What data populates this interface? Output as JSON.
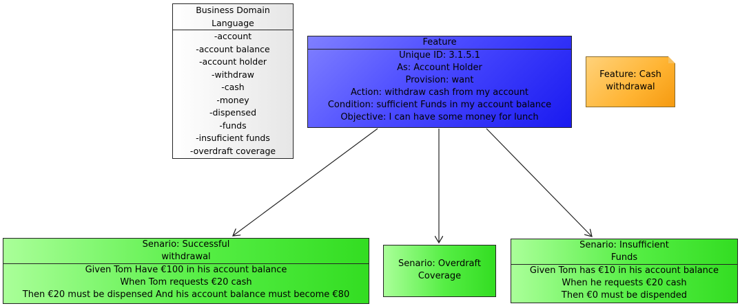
{
  "domain_language": {
    "title_lines": [
      "Business Domain",
      "Language"
    ],
    "terms": [
      "-account",
      "-account balance",
      "-account holder",
      "-withdraw",
      "-cash",
      "-money",
      "-dispensed",
      "-funds",
      "-insuficient funds",
      "-overdraft coverage"
    ]
  },
  "feature": {
    "title": "Feature",
    "lines": [
      "Unique ID: 3.1.5.1",
      "As: Account Holder",
      "Provision: want",
      "Action: withdraw cash from my account",
      "Condition: sufficient Funds in my account balance",
      "Objective: I can have some money for lunch"
    ]
  },
  "note": {
    "lines": [
      "Feature: Cash",
      "withdrawal"
    ]
  },
  "scenario_successful": {
    "title_lines": [
      "Senario: Successful",
      "withdrawal"
    ],
    "lines": [
      "Given Tom Have €100 in his account balance",
      "When Tom requests €20 cash",
      "Then €20 must be dispensed And his account balance must become €80"
    ]
  },
  "scenario_overdraft": {
    "lines": [
      "Senario: Overdraft",
      "Coverage"
    ]
  },
  "scenario_insufficient": {
    "title_lines": [
      "Senario: Insufficient",
      "Funds"
    ],
    "lines": [
      "Given Tom has €10 in his account balance",
      "When he requests €20 cash",
      "Then €0 must be dispended"
    ]
  }
}
